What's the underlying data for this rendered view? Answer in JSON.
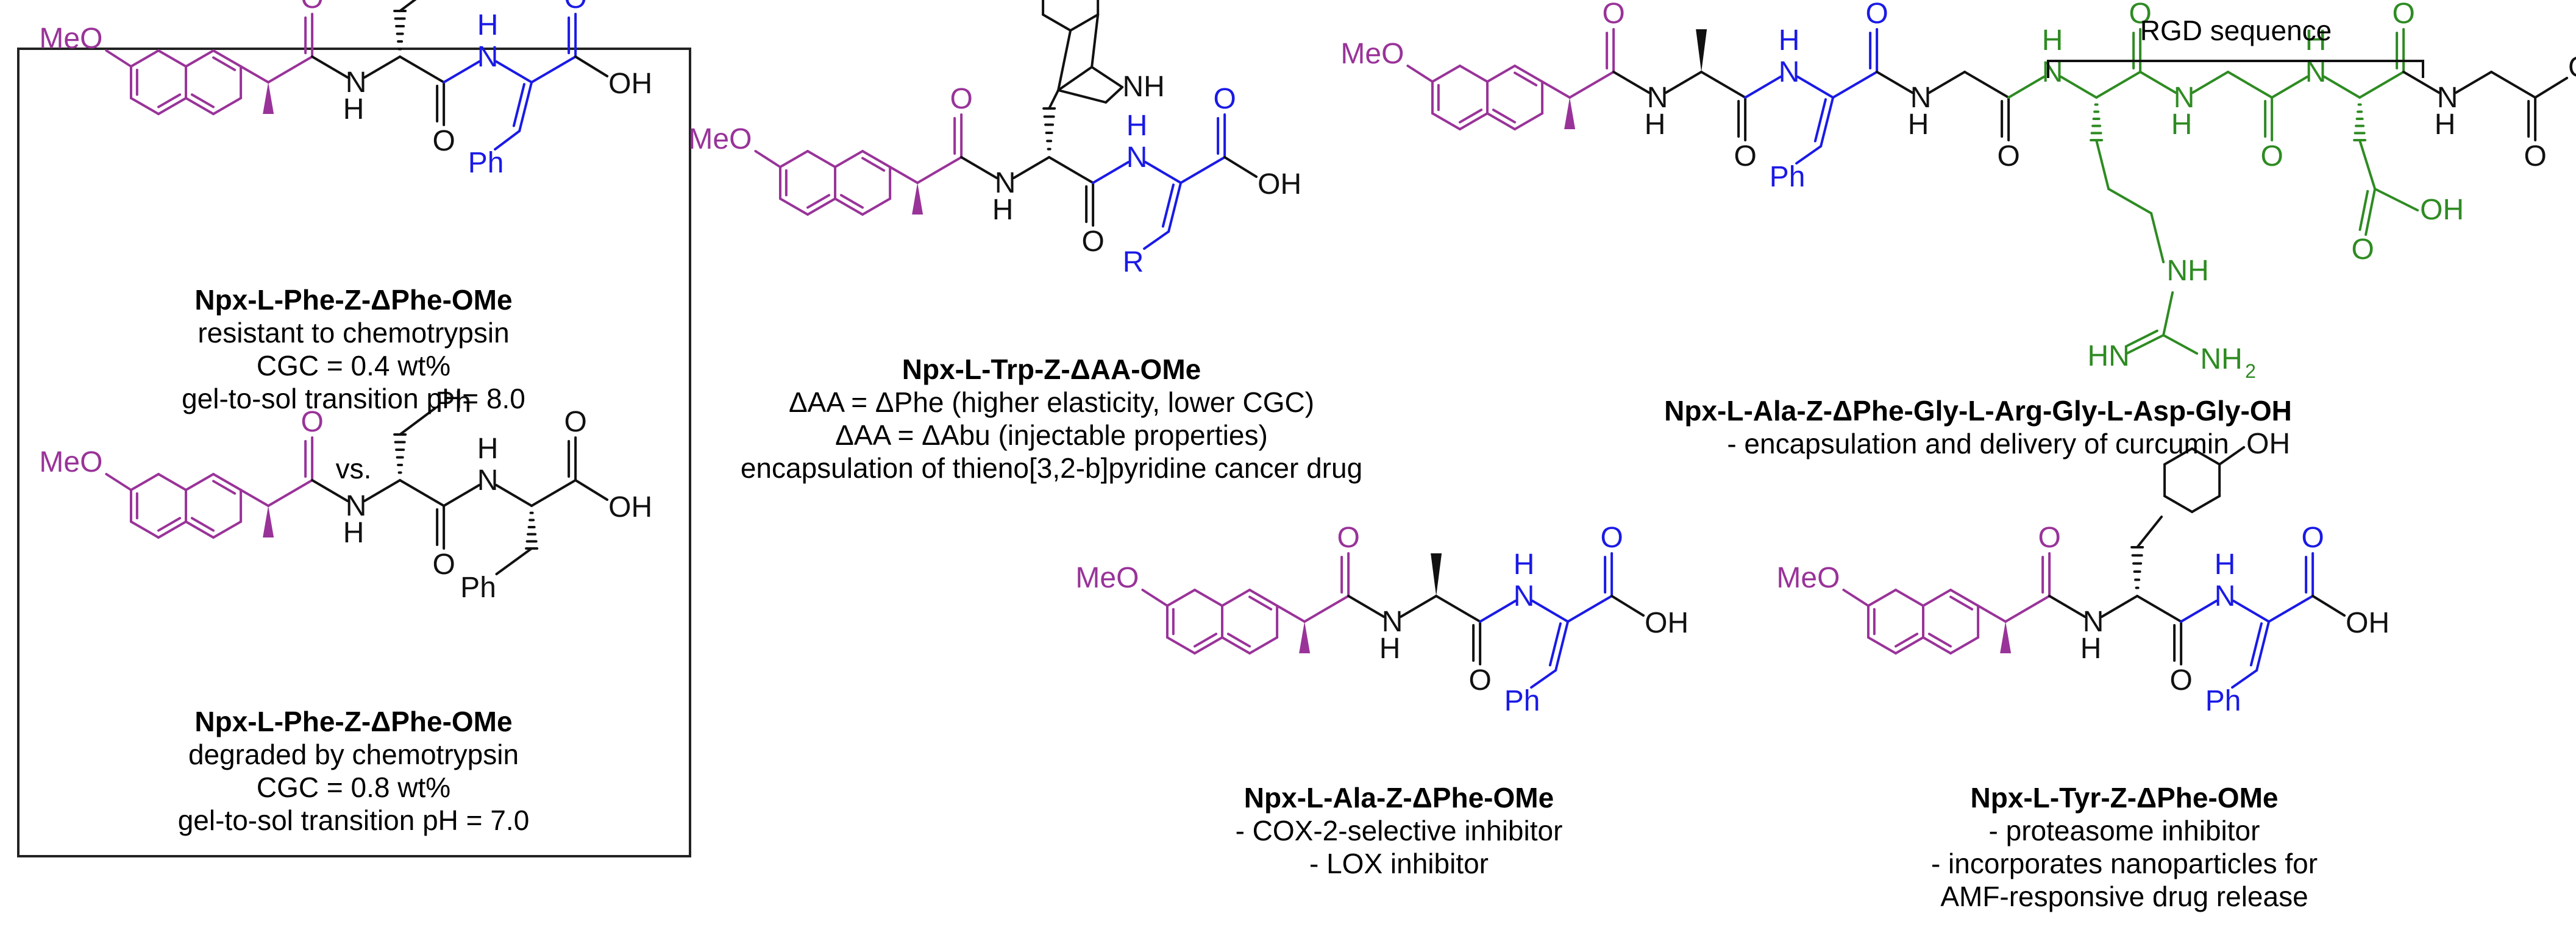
{
  "colors": {
    "naproxen": "#993399",
    "dehydro": "#1a1ae6",
    "rgd": "#2e8b22",
    "bond": "#111111"
  },
  "left_panel": {
    "top_compound": {
      "name": "Npx-L-Phe-Z-ΔPhe-OMe",
      "line1": "resistant to chemotrypsin",
      "line2": "CGC = 0.4 wt%",
      "line3": "gel-to-sol transition pH= 8.0"
    },
    "versus": "vs.",
    "bottom_compound": {
      "name": "Npx-L-Phe-Z-ΔPhe-OMe",
      "line1": "degraded by chemotrypsin",
      "line2": "CGC = 0.8 wt%",
      "line3": "gel-to-sol transition pH = 7.0"
    }
  },
  "trp_compound": {
    "name": "Npx-L-Trp-Z-ΔAA-OMe",
    "line1": "ΔAA = ΔPhe (higher elasticity, lower CGC)",
    "line2": "ΔAA = ΔAbu (injectable properties)",
    "line3": "encapsulation of thieno[3,2-b]pyridine cancer drug"
  },
  "rgd_compound": {
    "bracket_label": "RGD sequence",
    "name": "Npx-L-Ala-Z-ΔPhe-Gly-L-Arg-Gly-L-Asp-Gly-OH",
    "line1": "- encapsulation and delivery of curcumin"
  },
  "ala_compound": {
    "name": "Npx-L-Ala-Z-ΔPhe-OMe",
    "line1": "- COX-2-selective inhibitor",
    "line2": "- LOX inhibitor"
  },
  "tyr_compound": {
    "name": "Npx-L-Tyr-Z-ΔPhe-OMe",
    "line1": "- proteasome inhibitor",
    "line2": "- incorporates nanoparticles for",
    "line3": "AMF-responsive drug release"
  },
  "atom_labels": {
    "meo": "MeO",
    "o": "O",
    "n": "N",
    "h": "H",
    "nh": "NH",
    "oh": "OH",
    "ph": "Ph",
    "r": "R",
    "hn": "HN",
    "nh2": "NH",
    "sub2": "2"
  }
}
